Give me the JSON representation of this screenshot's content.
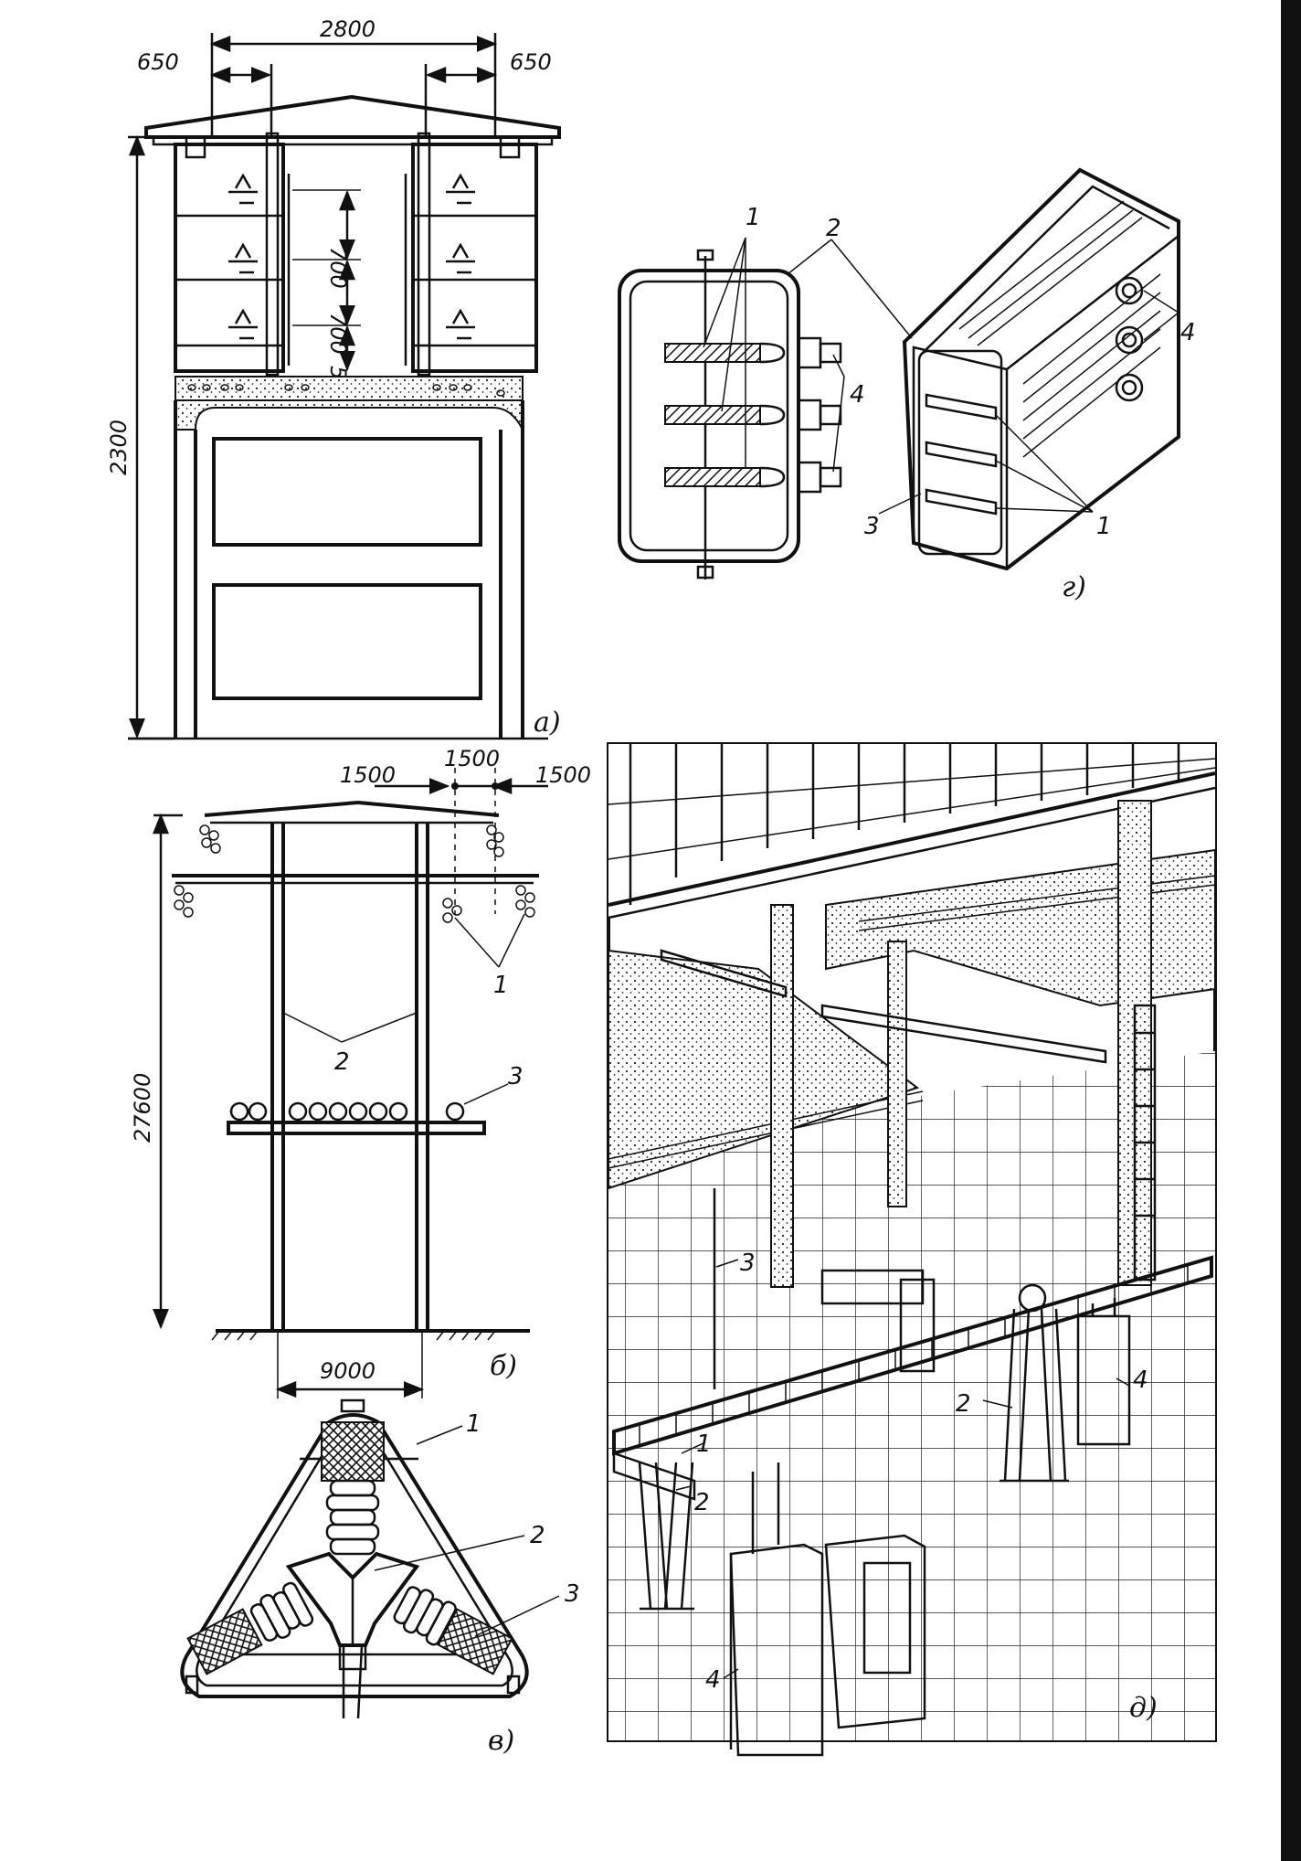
{
  "figure_a": {
    "caption": "а)",
    "dims": {
      "total_width": "2800",
      "left_offset": "650",
      "right_offset": "650",
      "height": "2300",
      "spacing_1": "700",
      "spacing_2": "700",
      "spacing_3": "500"
    }
  },
  "figure_b": {
    "caption": "б)",
    "dims": {
      "spacing_left": "1500",
      "spacing_mid": "1500",
      "spacing_right": "1500",
      "height": "27600",
      "base_width": "9000"
    },
    "labels": {
      "l1": "1",
      "l2": "2",
      "l3": "3"
    }
  },
  "figure_v": {
    "caption": "в)",
    "labels": {
      "l1": "1",
      "l2": "2",
      "l3": "3"
    }
  },
  "figure_g": {
    "caption": "г)",
    "labels": {
      "l1a": "1",
      "l2": "2",
      "l4a": "4",
      "l4b": "4",
      "l3": "3",
      "l1b": "1"
    }
  },
  "figure_d": {
    "caption": "д)",
    "labels": {
      "l1": "1",
      "l2a": "2",
      "l2b": "2",
      "l3": "3",
      "l4a": "4",
      "l4b": "4"
    }
  }
}
